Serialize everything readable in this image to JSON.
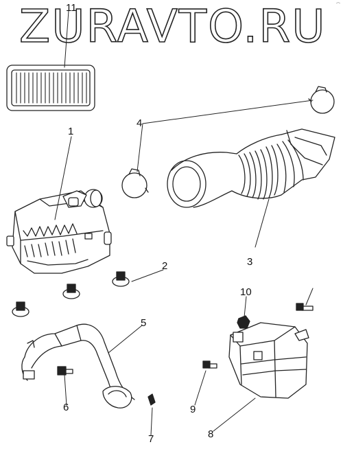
{
  "watermark": "ZURAVTO.RU",
  "corner_mark": "⌒",
  "callouts": {
    "c1": "1",
    "c2": "2",
    "c3": "3",
    "c4": "4",
    "c5": "5",
    "c6": "6",
    "c7": "7",
    "c8": "8",
    "c9": "9",
    "c10": "10",
    "c11": "11"
  }
}
